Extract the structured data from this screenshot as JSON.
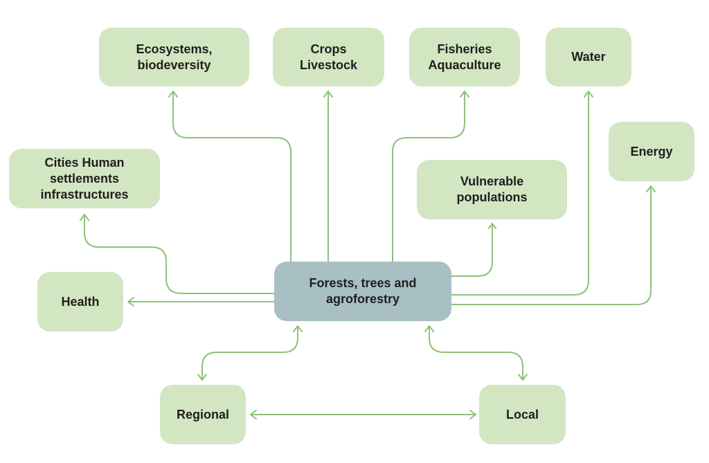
{
  "diagram": {
    "center": {
      "label": "Forests, trees and agroforestry"
    },
    "nodes": {
      "ecosystems": "Ecosystems, biodeversity",
      "crops": "Crops\nLivestock",
      "fisheries": "Fisheries\nAquaculture",
      "water": "Water",
      "energy": "Energy",
      "cities": "Cities Human settlements\ninfrastructures",
      "vulnerable": "Vulnerable\npopulations",
      "health": "Health",
      "regional": "Regional",
      "local": "Local"
    },
    "colors": {
      "node_fill": "#d3e6c2",
      "center_fill": "#a8c0c4",
      "arrow": "#8cc27a",
      "text": "#1e1e1e"
    }
  }
}
